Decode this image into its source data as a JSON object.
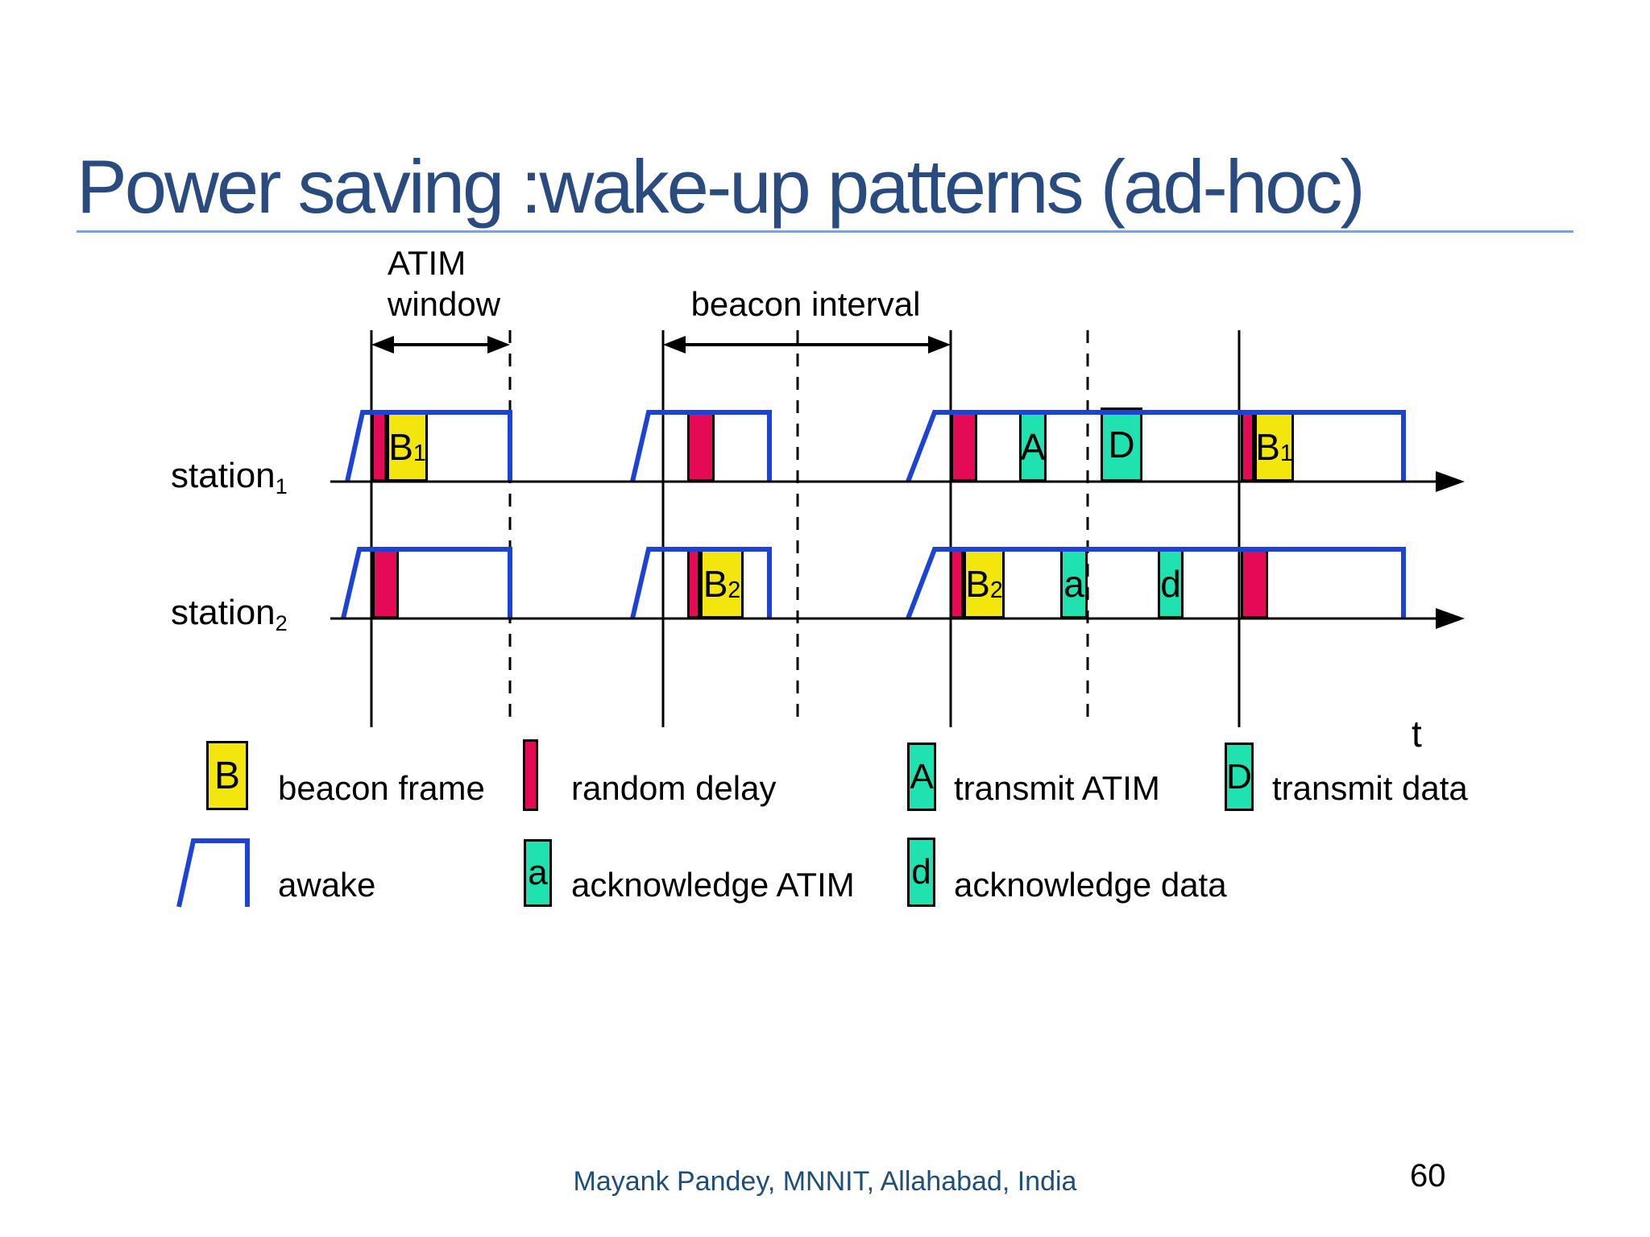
{
  "slide": {
    "title": "Power saving :wake-up patterns (ad-hoc)",
    "footer": "Mayank Pandey, MNNIT, Allahabad, India",
    "page_number": "60"
  },
  "diagram": {
    "atim_window_label_line1": "ATIM",
    "atim_window_label_line2": "window",
    "beacon_interval_label": "beacon interval",
    "station1": {
      "label": "station",
      "sub": "1"
    },
    "station2": {
      "label": "station",
      "sub": "2"
    },
    "time_axis_label": "t",
    "blocks": {
      "s1_beacon1": {
        "main": "B",
        "sub": "1"
      },
      "s1_transmit_atim": {
        "main": "A"
      },
      "s1_transmit_data": {
        "main": "D"
      },
      "s1_beacon2": {
        "main": "B",
        "sub": "1"
      },
      "s2_beacon1": {
        "main": "B",
        "sub": "2"
      },
      "s2_beacon2": {
        "main": "B",
        "sub": "2"
      },
      "s2_ack_atim": {
        "main": "a"
      },
      "s2_ack_data": {
        "main": "d"
      }
    },
    "timeline_events": {
      "station1": [
        "random delay",
        "beacon B1",
        "random delay (no beacon)",
        "random delay (no beacon)",
        "transmit ATIM A",
        "transmit data D",
        "random delay",
        "beacon B1"
      ],
      "station2": [
        "random delay (no beacon)",
        "random delay",
        "beacon B2",
        "random delay",
        "beacon B2",
        "acknowledge ATIM a",
        "acknowledge data d",
        "random delay (no beacon)"
      ]
    }
  },
  "legend": {
    "beacon_frame": {
      "symbol": "B",
      "label": "beacon frame"
    },
    "random_delay": {
      "label": "random delay"
    },
    "transmit_atim": {
      "symbol": "A",
      "label": "transmit ATIM"
    },
    "transmit_data": {
      "symbol": "D",
      "label": "transmit data"
    },
    "awake": {
      "label": "awake"
    },
    "ack_atim": {
      "symbol": "a",
      "label": "acknowledge ATIM"
    },
    "ack_data": {
      "symbol": "d",
      "label": "acknowledge data"
    }
  },
  "colors": {
    "beacon_yellow": "#f2e60d",
    "delay_red": "#e40a55",
    "atim_teal": "#20e2b0",
    "awake_blue": "#1c43d6",
    "title_blue": "#2a4b80",
    "underline_blue": "#7fa1d4",
    "footer_blue": "#1f4e79"
  }
}
